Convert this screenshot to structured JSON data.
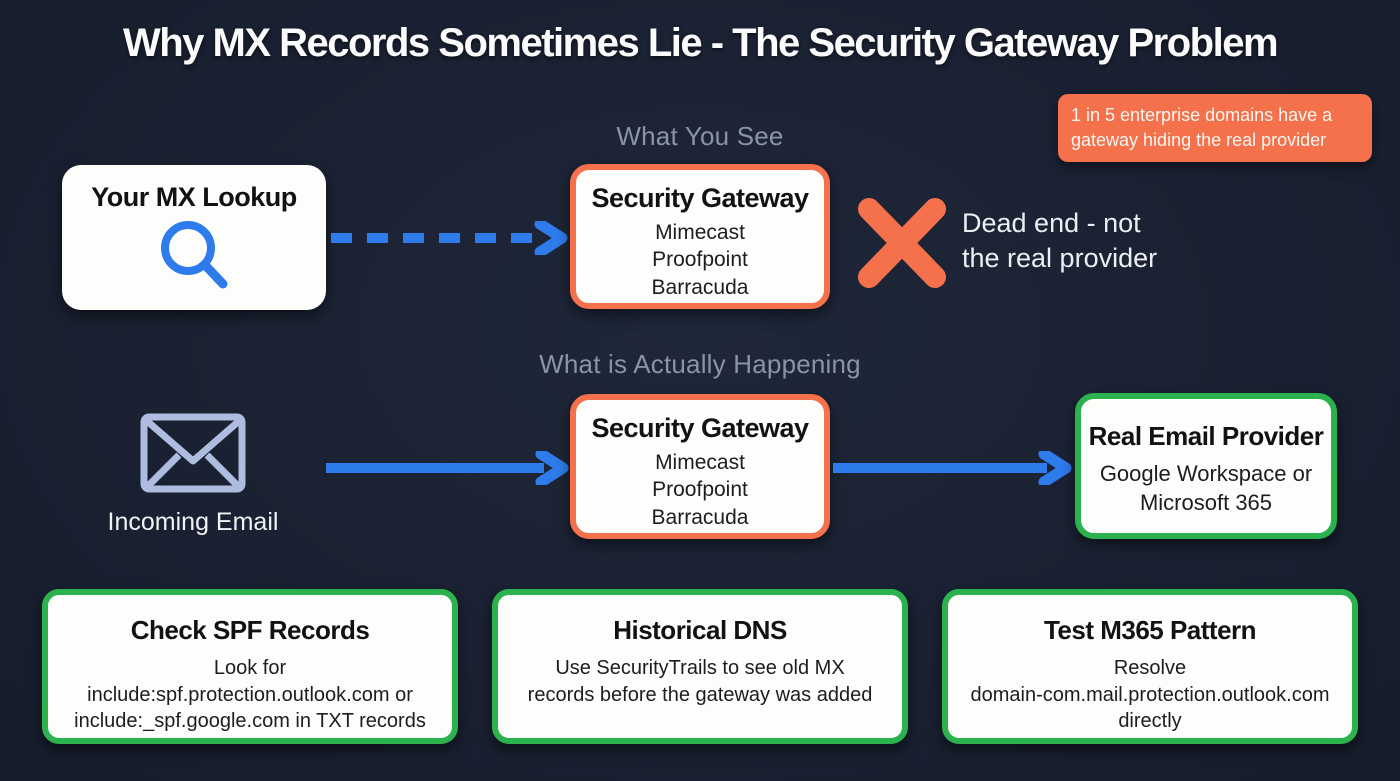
{
  "page": {
    "title": "Why MX Records Sometimes Lie - The Security Gateway Problem"
  },
  "callout": {
    "lines": [
      "1 in 5 enterprise domains have a",
      "gateway hiding the real provider"
    ]
  },
  "sections": {
    "what_you_see": "What You See",
    "actually_happening": "What is Actually Happening"
  },
  "lookup": {
    "title": "Your MX Lookup",
    "icon": "search-icon"
  },
  "gateway": {
    "title": "Security Gateway",
    "providers": [
      "Mimecast",
      "Proofpoint",
      "Barracuda"
    ]
  },
  "dead_end": {
    "icon": "x-mark-icon",
    "lines": [
      "Dead end - not",
      "the real provider"
    ]
  },
  "incoming": {
    "icon": "envelope-icon",
    "label": "Incoming Email"
  },
  "provider": {
    "title": "Real Email Provider",
    "body_lines": [
      "Google Workspace or",
      "Microsoft 365"
    ]
  },
  "tips": [
    {
      "title": "Check SPF Records",
      "body_lines": [
        "Look for",
        "include:spf.protection.outlook.com or",
        "include:_spf.google.com in TXT records"
      ]
    },
    {
      "title": "Historical DNS",
      "body_lines": [
        "Use SecurityTrails to see old MX",
        "records before the gateway was added"
      ]
    },
    {
      "title": "Test M365 Pattern",
      "body_lines": [
        "Resolve",
        "domain-com.mail.protection.outlook.com",
        "directly"
      ]
    }
  ],
  "colors": {
    "background": "#1a2132",
    "accent_orange": "#f4714b",
    "accent_green": "#2bb24f",
    "accent_blue": "#2e7cec",
    "envelope_stroke": "#aebcdf",
    "section_label": "#8b94a6"
  }
}
